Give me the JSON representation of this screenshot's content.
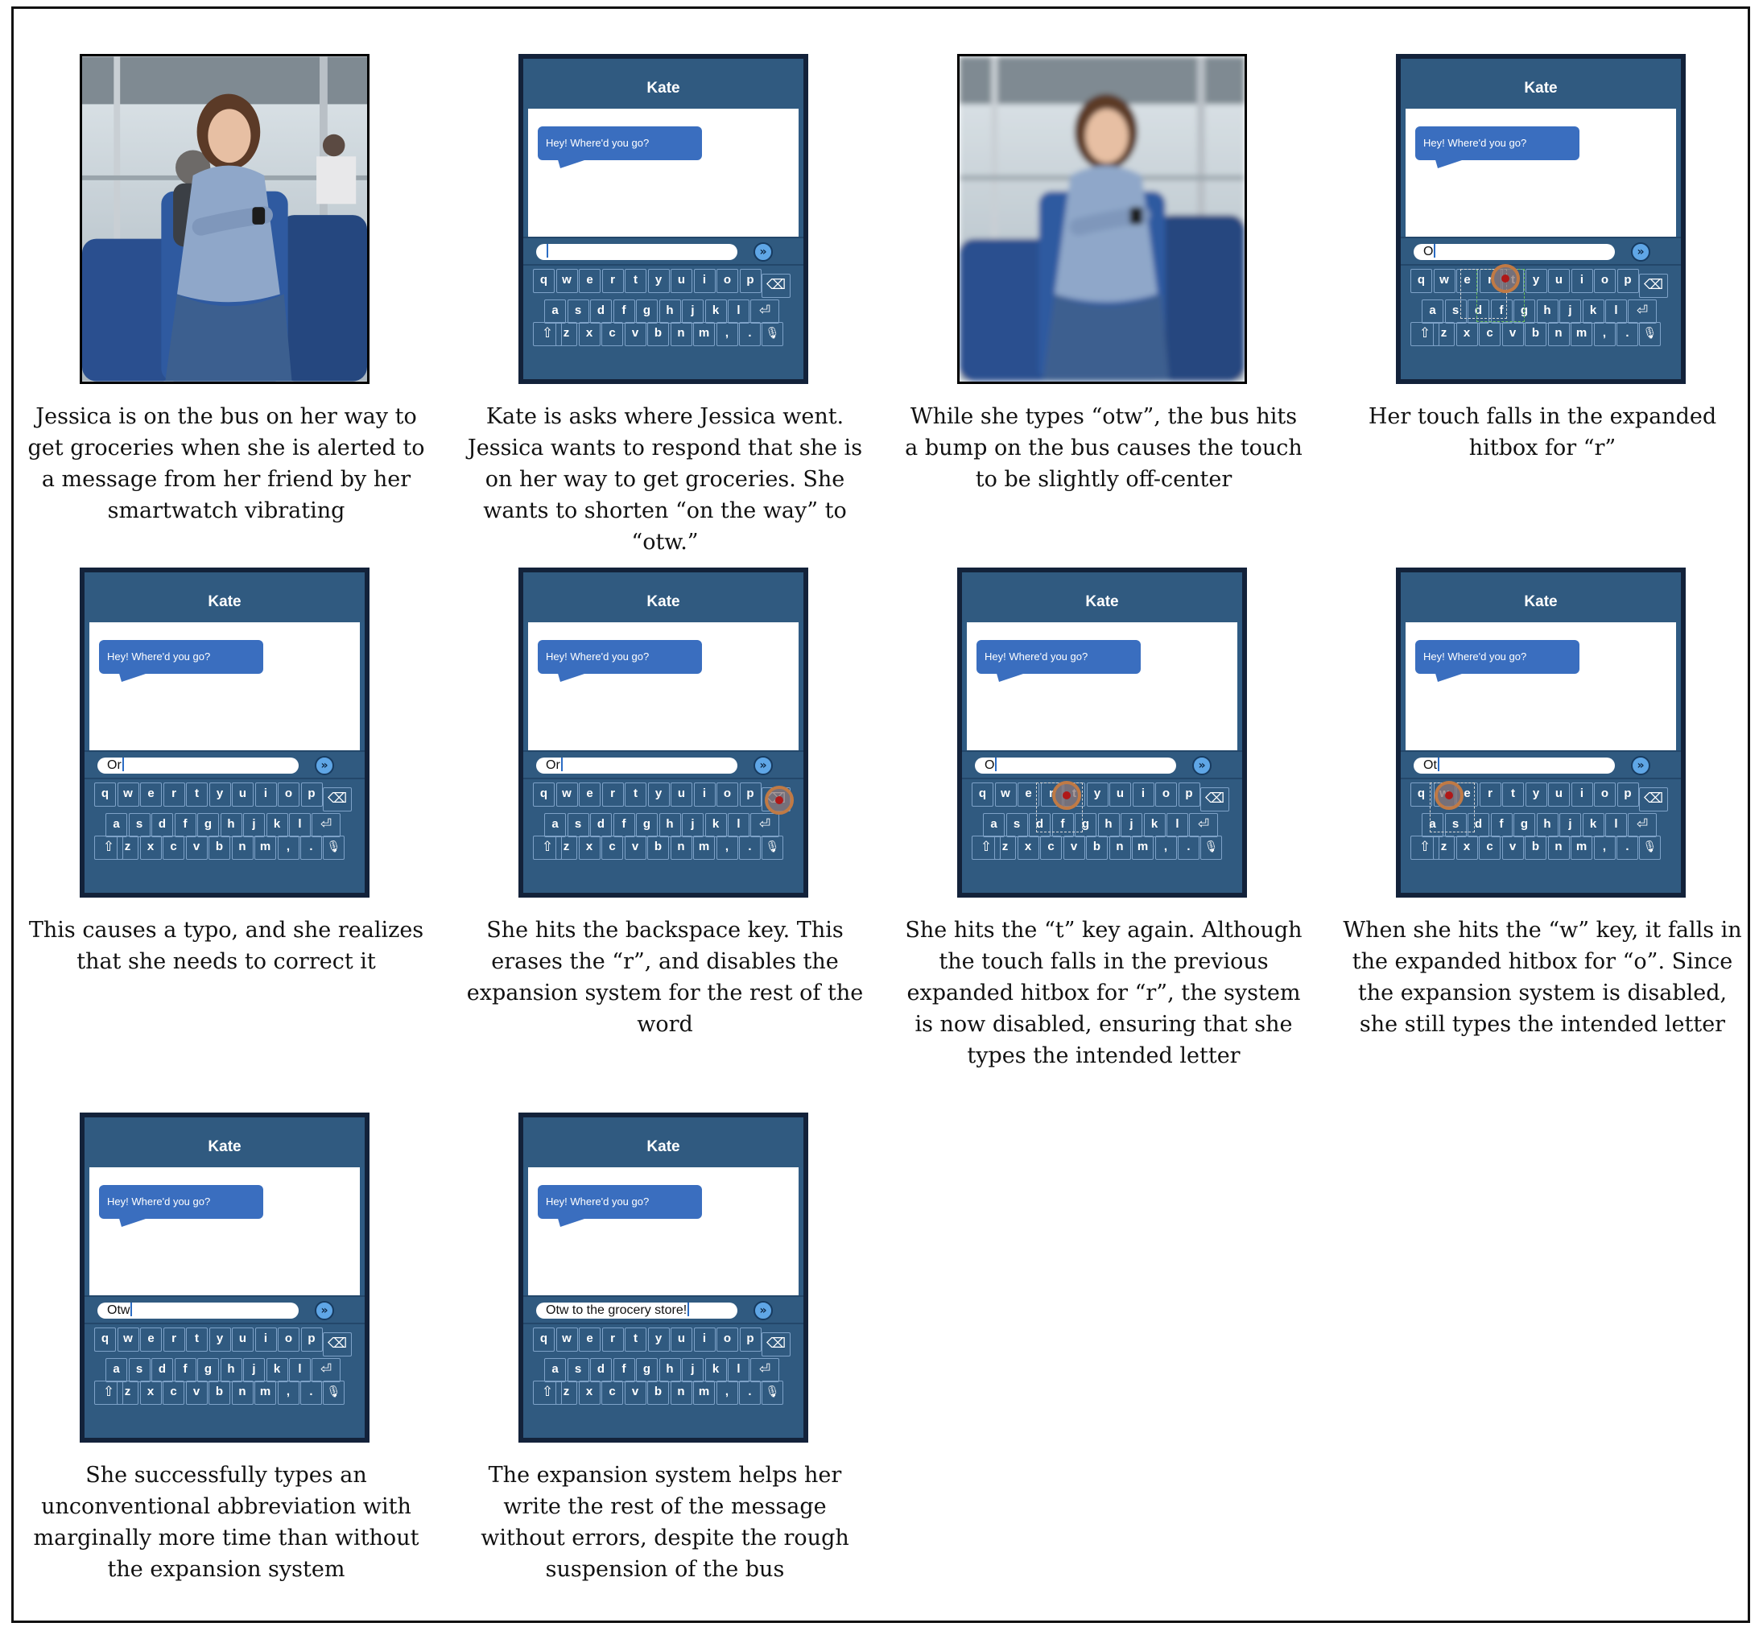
{
  "header_name": "Kate",
  "incoming_message": "Hey! Where'd you go?",
  "keyboard": {
    "row1": [
      "q",
      "w",
      "e",
      "r",
      "t",
      "y",
      "u",
      "i",
      "o",
      "p"
    ],
    "row2": [
      "a",
      "s",
      "d",
      "f",
      "g",
      "h",
      "j",
      "k",
      "l"
    ],
    "row3": [
      "z",
      "x",
      "c",
      "v",
      "b",
      "n",
      "m",
      ",",
      "."
    ],
    "backspace_glyph": "⌫",
    "enter_glyph": "⏎",
    "shift_glyph": "⇧",
    "mic_glyph": "🎙",
    "send_glyph": "»"
  },
  "panels": [
    {
      "type": "photo",
      "photo": "woman-on-bus-looking-at-smartwatch",
      "caption": "Jessica is on the bus on her way to get groceries when she is alerted to a message from her friend by her smartwatch vibrating"
    },
    {
      "type": "phone",
      "input_text": "",
      "caption": "Kate is asks where Jessica went. Jessica wants to respond that she is on her way to get groceries. She wants to shorten “on the way” to “otw.”"
    },
    {
      "type": "photo",
      "photo": "blurred-woman-on-bus-typing-on-smartwatch",
      "caption": "While she types “otw”, the bus hits a bump on the bus causes the touch to be slightly off-center"
    },
    {
      "type": "phone",
      "input_text": "O",
      "caption": "Her touch falls in the expanded hitbox for “r”"
    },
    {
      "type": "phone",
      "input_text": "Or",
      "caption": "This causes a typo, and she realizes that she needs to correct it"
    },
    {
      "type": "phone",
      "input_text": "Or",
      "caption": "She hits the backspace key. This erases the “r”, and disables the expansion system for the rest of the word"
    },
    {
      "type": "phone",
      "input_text": "O",
      "caption": "She hits the “t” key again. Although the touch falls in the previous expanded hitbox for “r”, the system is now disabled, ensuring that she types the intended letter"
    },
    {
      "type": "phone",
      "input_text": "Ot",
      "caption": "When she hits the “w” key, it falls in the expanded hitbox for “o”. Since the expansion system is disabled, she still types the intended letter"
    },
    {
      "type": "phone",
      "input_text": "Otw",
      "caption": "She successfully types an unconventional abbreviation with marginally more time than without the expansion system"
    },
    {
      "type": "phone",
      "input_text": "Otw to the grocery store!",
      "caption": "The expansion system helps her write the rest of the message without errors, despite the rough suspension of the bus"
    }
  ]
}
